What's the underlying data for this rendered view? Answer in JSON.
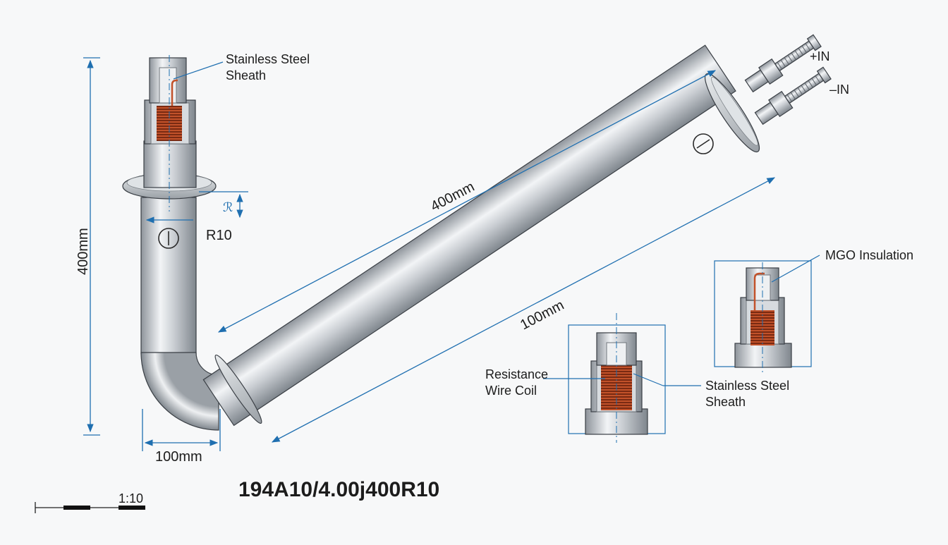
{
  "labels": {
    "stainless_steel_sheath_top": "Stainless Steel Sheath",
    "stainless_steel_sheath_detail": "Stainless Steel Sheath",
    "mgo_insulation": "MGO Insulation",
    "resistance_wire_coil": "Resistance Wire Coil",
    "plus_in": "+IN",
    "minus_in": "–IN"
  },
  "dimensions": {
    "vertical_length": "400mm",
    "diagonal_length": "400mm",
    "lower_length": "100mm",
    "base_width": "100mm",
    "bend_radius": "R10"
  },
  "part_number": "194A10/4.00j400R10",
  "scale": "1:10",
  "colors": {
    "dimension_blue": "#1f6fb0",
    "steel": "#c2c7cc",
    "copper_coil": "#b8431f"
  },
  "icons": [
    "marking-circle-icon",
    "bolt-terminal-icon"
  ]
}
